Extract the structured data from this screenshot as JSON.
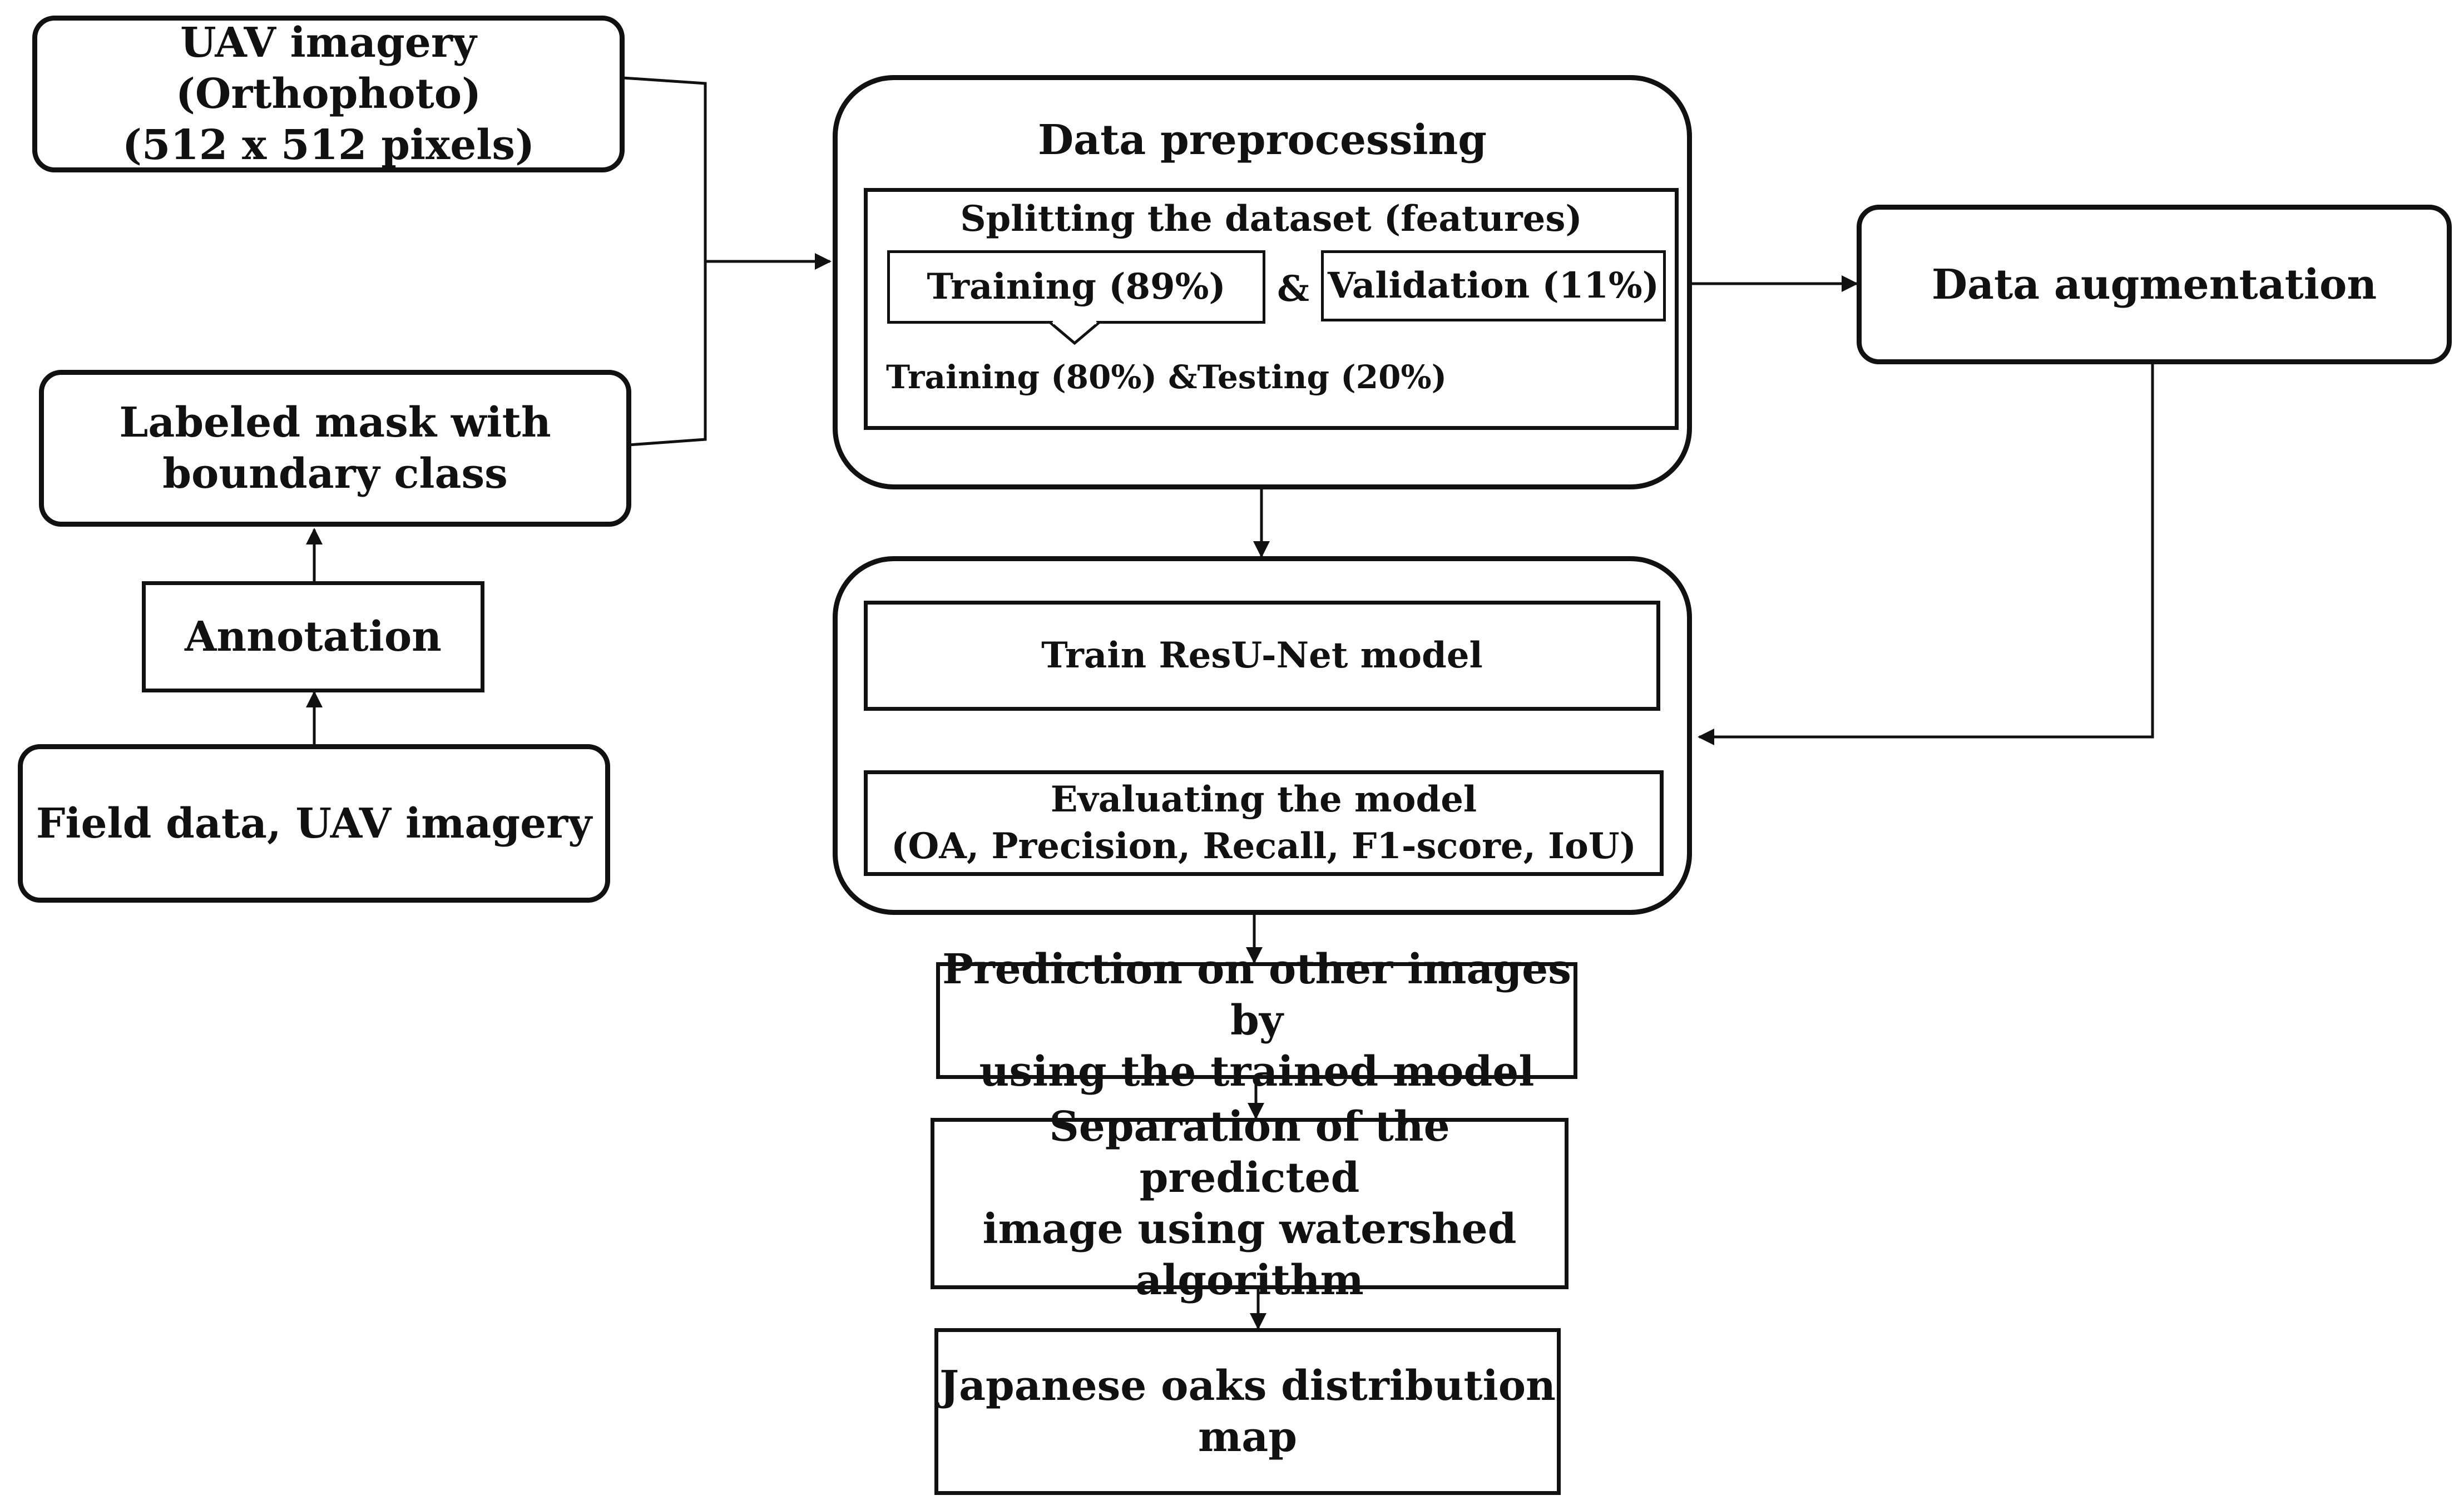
{
  "nodes": {
    "uav_imagery": [
      "UAV imagery (Orthophoto)",
      "(512 x 512 pixels)"
    ],
    "labeled_mask": [
      "Labeled mask with",
      "boundary class"
    ],
    "annotation": "Annotation",
    "field_data": "Field data, UAV imagery",
    "data_preprocessing": {
      "title": "Data preprocessing",
      "split_title": "Splitting the dataset (features)",
      "training": "Training (89%)",
      "ampersand": "&",
      "validation": "Validation (11%)",
      "training_testing": "Training (80%) &Testing (20%)"
    },
    "data_augmentation": "Data augmentation",
    "model_block": {
      "train": "Train ResU-Net model",
      "evaluate": [
        "Evaluating the model",
        "(OA, Precision, Recall, F1-score, IoU)"
      ]
    },
    "prediction": [
      "Prediction on other images by",
      "using the trained model"
    ],
    "separation": [
      "Separation of the predicted",
      "image using watershed",
      "algorithm"
    ],
    "distribution_map": [
      "Japanese oaks distribution",
      "map"
    ]
  },
  "colors": {
    "stroke": "#111111",
    "background": "#ffffff"
  }
}
